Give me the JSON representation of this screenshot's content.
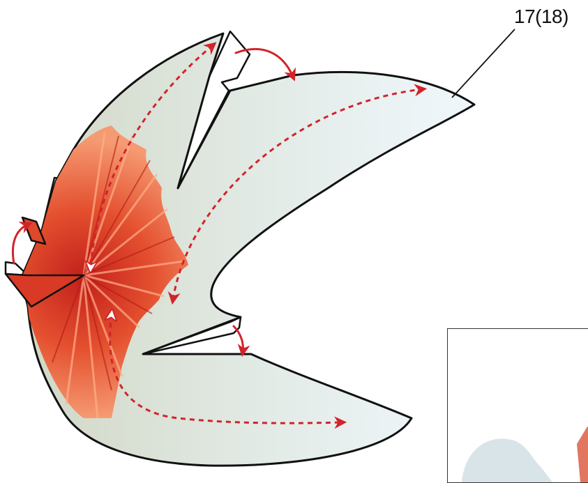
{
  "labels": {
    "part_number": "17(18)"
  },
  "colors": {
    "leaf_fill_start": "#d3d9c8",
    "leaf_fill_end": "#eef6fb",
    "muscle_dark": "#c8231d",
    "muscle_light": "#f6a27a",
    "arrow_red": "#d2232a",
    "outline": "#111111"
  },
  "icons": {
    "leader": "leader-line",
    "arrows": "double-headed-dashed-arrow"
  }
}
